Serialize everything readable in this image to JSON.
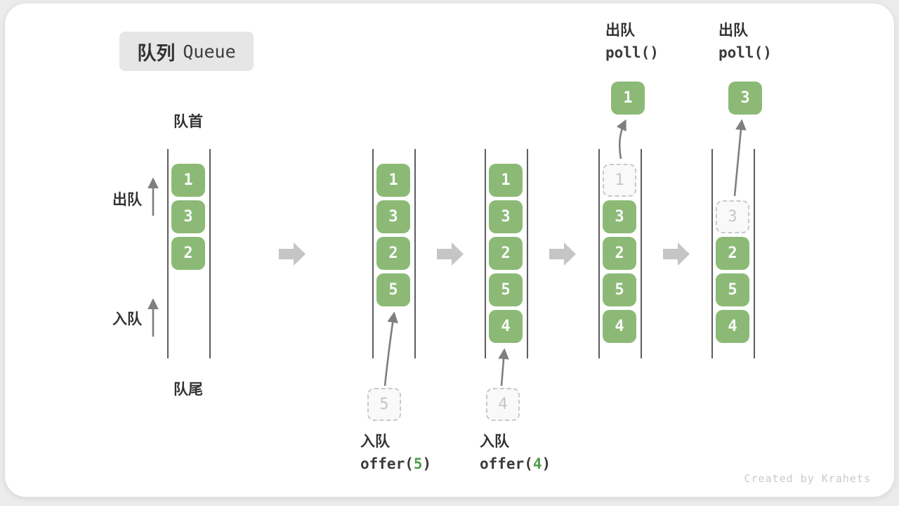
{
  "title": {
    "zh": "队列",
    "en": "Queue"
  },
  "side_labels": {
    "front": "队首",
    "rear": "队尾",
    "dequeue": "出队",
    "enqueue": "入队"
  },
  "stages": {
    "s1": {
      "cells": [
        "1",
        "3",
        "2"
      ]
    },
    "s2": {
      "cells": [
        "1",
        "3",
        "2",
        "5"
      ],
      "pending": "5"
    },
    "s3": {
      "cells": [
        "1",
        "3",
        "2",
        "5",
        "4"
      ],
      "pending": "4"
    },
    "s4": {
      "removed": "1",
      "cells": [
        "3",
        "2",
        "5",
        "4"
      ],
      "out": "1"
    },
    "s5": {
      "removed": "3",
      "cells": [
        "2",
        "5",
        "4"
      ],
      "out": "3"
    }
  },
  "ops": {
    "offer5": {
      "zh": "入队",
      "fn": "offer(",
      "arg": "5",
      "close": ")"
    },
    "offer4": {
      "zh": "入队",
      "fn": "offer(",
      "arg": "4",
      "close": ")"
    },
    "poll1": {
      "zh": "出队",
      "code": "poll()"
    },
    "poll2": {
      "zh": "出队",
      "code": "poll()"
    }
  },
  "watermark": "Created by Krahets",
  "colors": {
    "cell_green": "#8cba76",
    "code_arg_green": "#4f9e4c",
    "flow_arrow_gray": "#c5c5c5",
    "thin_arrow_gray": "#7f7f7f",
    "title_box_bg": "#e6e6e6",
    "card_bg": "#ffffff"
  }
}
